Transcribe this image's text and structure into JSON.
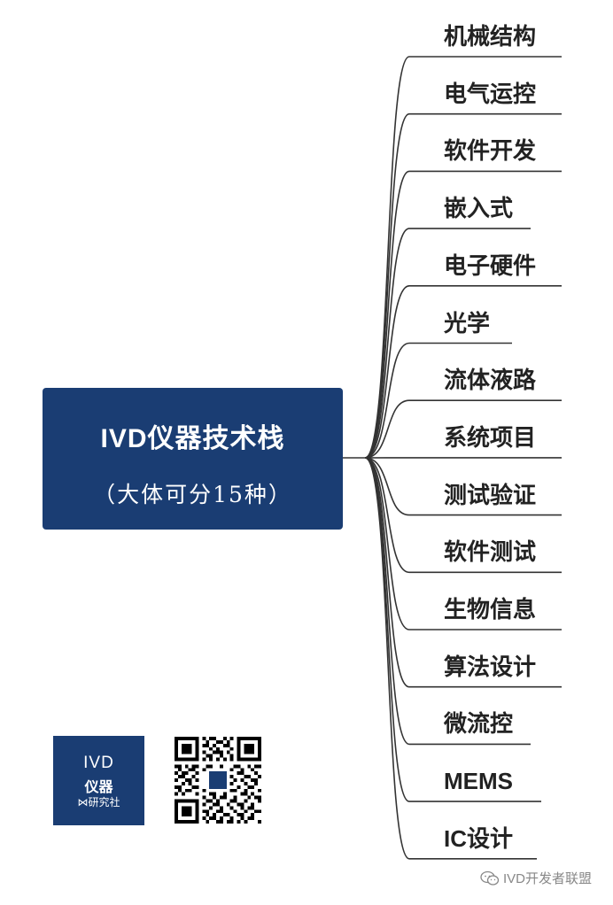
{
  "root": {
    "title": "IVD仪器技术栈",
    "subtitle": "（大体可分15种）"
  },
  "branches": [
    "机械结构",
    "电气运控",
    "软件开发",
    "嵌入式",
    "电子硬件",
    "光学",
    "流体液路",
    "系统项目",
    "测试验证",
    "软件测试",
    "生物信息",
    "算法设计",
    "微流控",
    "MEMS",
    "IC设计"
  ],
  "logo": {
    "line1": "IVD",
    "line2": "仪器",
    "line3": "研究社"
  },
  "watermark": {
    "text": "IVD开发者联盟",
    "icon": "wechat-icon"
  },
  "colors": {
    "root_bg": "#1a3d73",
    "line": "#333333",
    "label": "#222222"
  }
}
